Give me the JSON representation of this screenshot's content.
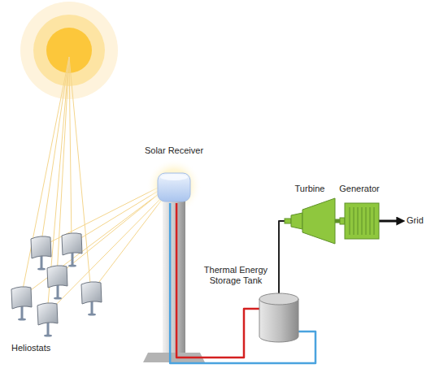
{
  "diagram": {
    "nodes": [
      {
        "text": [
          "Solar Receiver"
        ]
      },
      {
        "text": [
          "Turbine"
        ]
      },
      {
        "text": [
          "Generator"
        ]
      },
      {
        "text": [
          "Grid"
        ]
      },
      {
        "text": [
          "Thermal Energy Storage Tank"
        ]
      },
      {
        "text": [
          "Heliostats"
        ]
      }
    ],
    "edges": [
      {
        "from": 0,
        "to": 4,
        "arrow": "none"
      },
      {
        "from": 4,
        "to": 0,
        "arrow": "none"
      },
      {
        "from": 4,
        "to": 1,
        "arrow": "none"
      },
      {
        "from": 1,
        "to": 2,
        "arrow": "none"
      },
      {
        "from": 2,
        "to": 3,
        "arrow": "to"
      }
    ]
  }
}
